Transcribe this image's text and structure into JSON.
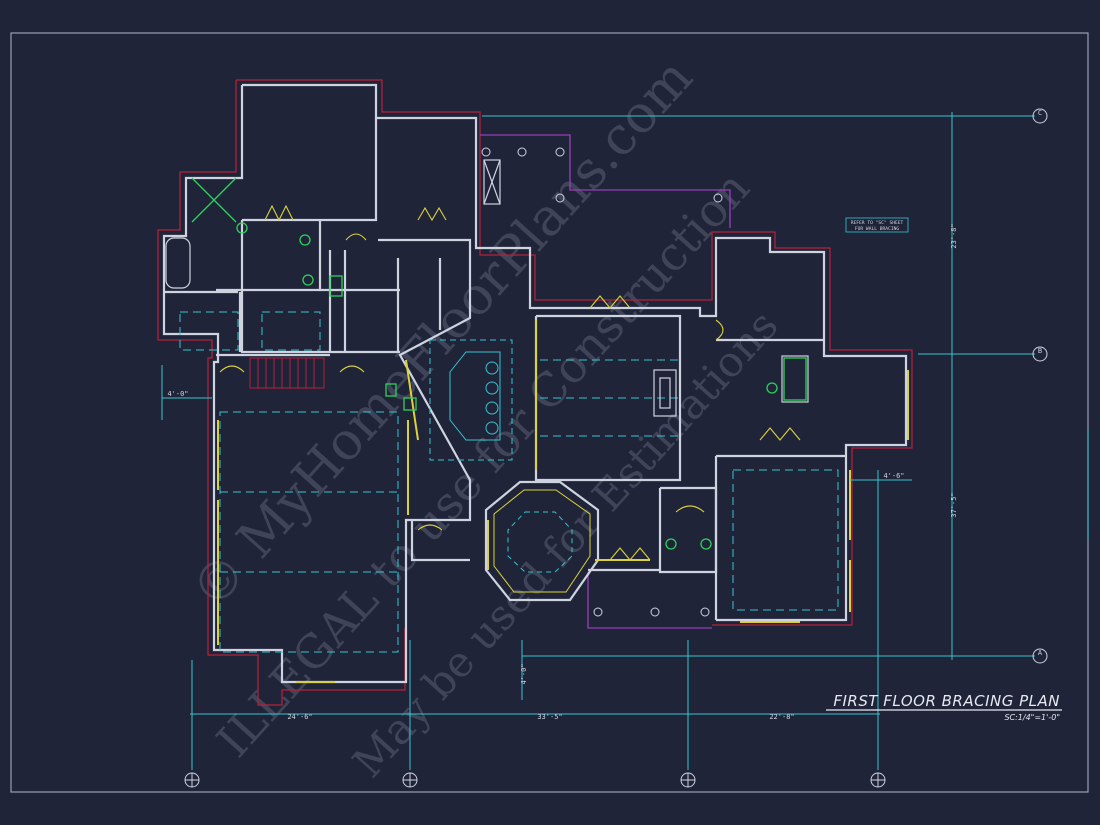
{
  "colors": {
    "background": "#1f2439",
    "wall": "#cfd3e0",
    "cyan": "#35c4cf",
    "red": "#b3213a",
    "yellow": "#dbd23a",
    "magenta": "#9a3fb8",
    "green": "#2fd15a"
  },
  "title": {
    "main": "FIRST FLOOR BRACING PLAN",
    "scale": "SC:1/4\"=1'-0\""
  },
  "note": {
    "line1": "REFER TO \"SC\" SHEET",
    "line2": "FOR WALL BRACING"
  },
  "watermark": {
    "line1": "© MyHomeFloorPlans.com",
    "line2": "ILLEGAL to use for Construction",
    "line3": "May be used for Estimations"
  },
  "bottom_dims": {
    "d1": "24'-6\"",
    "d2": "33'-5\"",
    "d3": "22'-8\""
  },
  "right_dims": {
    "d1": "23'-8\"",
    "d2": "37'-5\""
  },
  "side_dims": {
    "left": "4'-0\"",
    "right": "4'-6\"",
    "mid": "4'-0\""
  },
  "grid_markers": {
    "C": "C",
    "B": "B",
    "A": "A"
  }
}
